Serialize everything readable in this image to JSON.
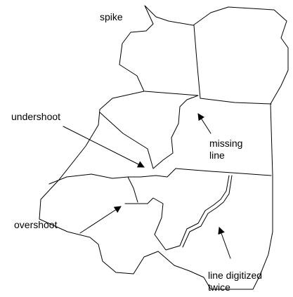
{
  "labels": {
    "spike": "spike",
    "undershoot": "undershoot",
    "missing_line": "missing\nline",
    "overshoot": "overshoot",
    "line_digitized_twice": "line digitized\ntwice"
  },
  "colors": {
    "line": "#000000",
    "background": "#ffffff"
  }
}
